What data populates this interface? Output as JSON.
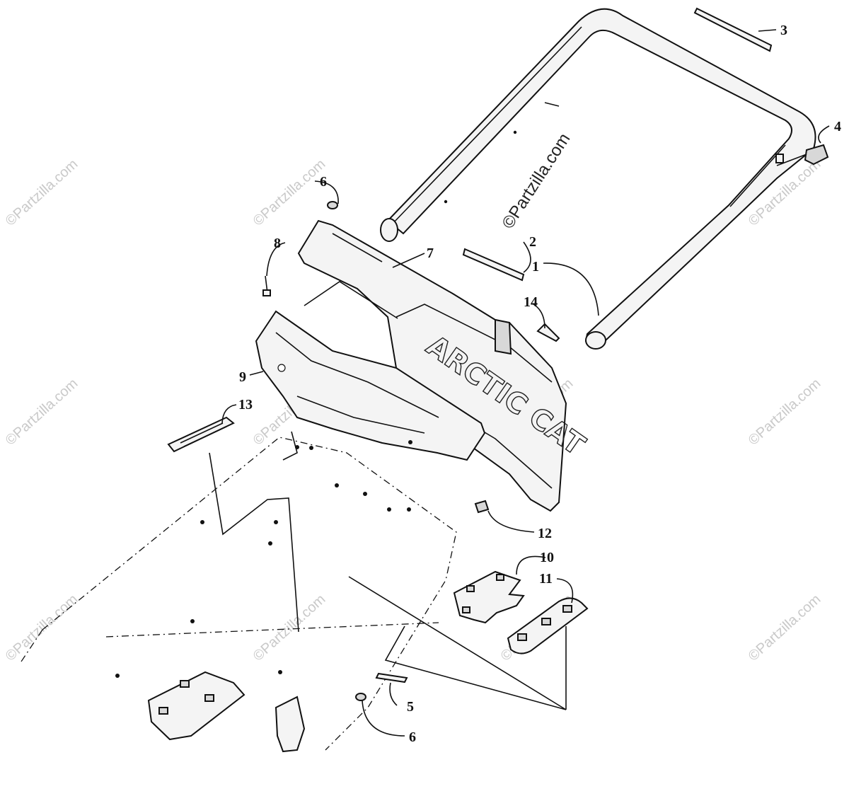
{
  "diagram": {
    "watermark_text": "©Partzilla.com",
    "callouts": [
      "1",
      "2",
      "3",
      "4",
      "5",
      "6",
      "6",
      "7",
      "8",
      "9",
      "10",
      "11",
      "12",
      "13",
      "14"
    ],
    "embossed_text": "ARCTIC CAT",
    "colors": {
      "ink": "#111111",
      "paper": "#ffffff",
      "watermark": "#c9c9c9"
    }
  }
}
